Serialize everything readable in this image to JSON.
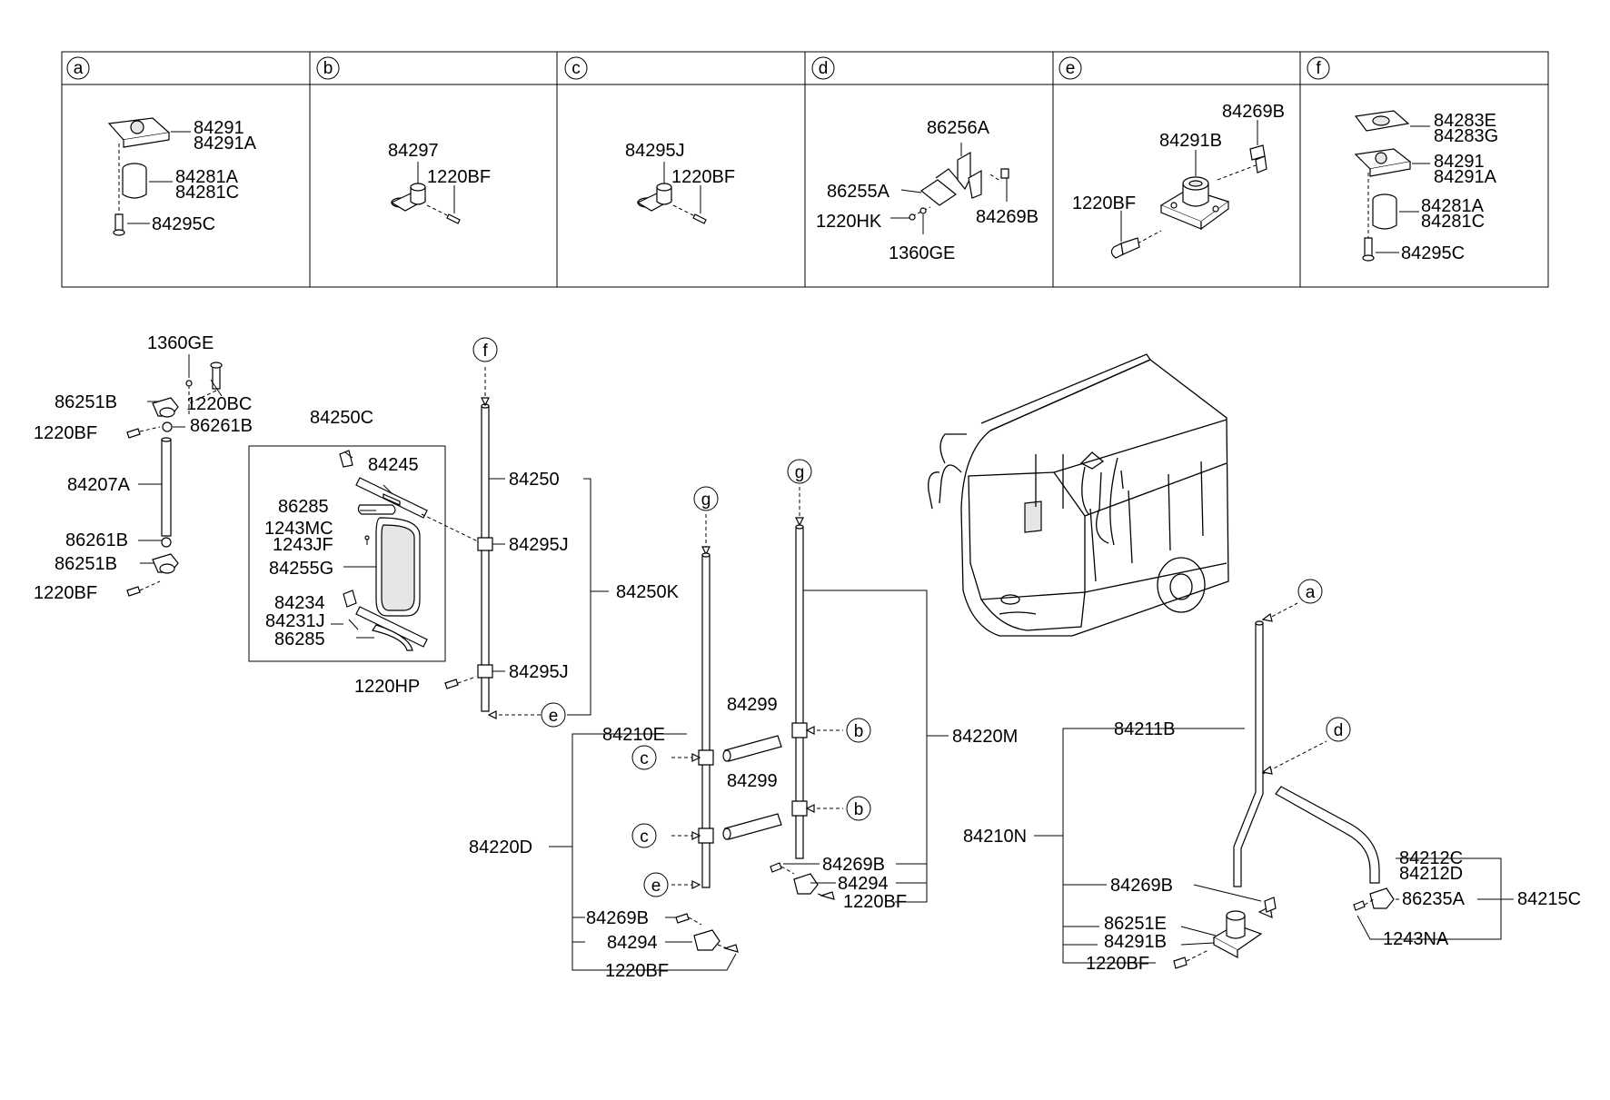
{
  "insets": [
    {
      "letter": "a",
      "labels": [
        "84291",
        "84291A",
        "84281A",
        "84281C",
        "84295C"
      ]
    },
    {
      "letter": "b",
      "labels": [
        "84297",
        "1220BF"
      ]
    },
    {
      "letter": "c",
      "labels": [
        "84295J",
        "1220BF"
      ]
    },
    {
      "letter": "d",
      "labels": [
        "86256A",
        "86255A",
        "1220HK",
        "1360GE",
        "84269B"
      ]
    },
    {
      "letter": "e",
      "labels": [
        "84269B",
        "84291B",
        "1220BF"
      ]
    },
    {
      "letter": "f",
      "labels": [
        "84283E",
        "84283G",
        "84291",
        "84291A",
        "84281A",
        "84281C",
        "84295C"
      ]
    }
  ],
  "left_assembly": [
    "1360GE",
    "86251B",
    "1220BC",
    "1220BF",
    "86261B",
    "84207A",
    "86261B",
    "86251B",
    "1220BF"
  ],
  "mirror_assembly": [
    "84250C",
    "84245",
    "86285",
    "1243MC",
    "1243JF",
    "84255G",
    "84234",
    "84231J",
    "86285",
    "84250",
    "84295J",
    "84250K",
    "84295J",
    "1220HP"
  ],
  "stay_d": [
    "84210E",
    "84299",
    "84299",
    "84220D",
    "84269B",
    "84294",
    "1220BF"
  ],
  "stay_m": [
    "84220M",
    "84269B",
    "84294",
    "1220BF"
  ],
  "stay_n": [
    "84211B",
    "84210N",
    "84269B",
    "86251E",
    "84291B",
    "1220BF"
  ],
  "stay_c": [
    "84212C",
    "84212D",
    "86235A",
    "84215C",
    "1243NA"
  ],
  "callouts": [
    "f",
    "g",
    "g",
    "e",
    "b",
    "b",
    "c",
    "c",
    "e",
    "a",
    "d"
  ]
}
